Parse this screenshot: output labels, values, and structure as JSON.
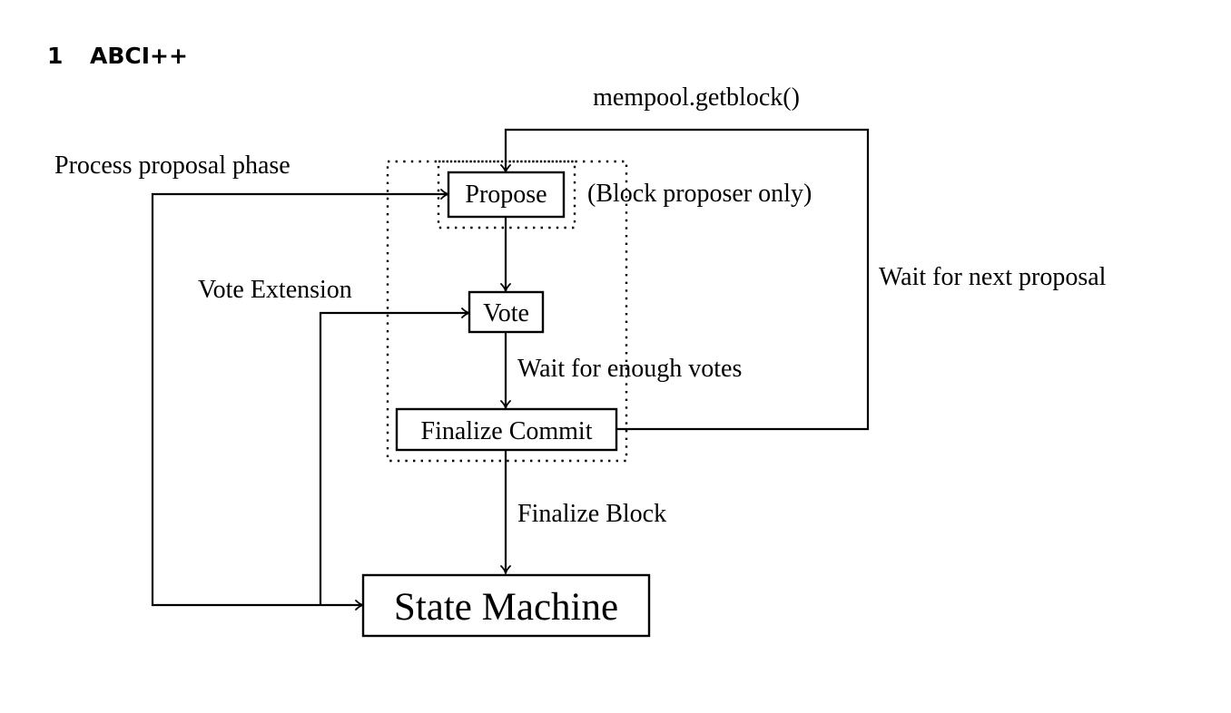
{
  "section": {
    "number": "1",
    "title": "ABCI++"
  },
  "nodes": {
    "propose": "Propose",
    "vote": "Vote",
    "finalize_commit": "Finalize Commit",
    "state_machine": "State Machine"
  },
  "labels": {
    "mempool": "mempool.getblock()",
    "process_proposal": "Process proposal phase",
    "block_proposer_only": "(Block proposer only)",
    "vote_extension": "Vote Extension",
    "wait_next_proposal": "Wait for next proposal",
    "wait_enough_votes": "Wait for enough votes",
    "finalize_block": "Finalize Block"
  }
}
